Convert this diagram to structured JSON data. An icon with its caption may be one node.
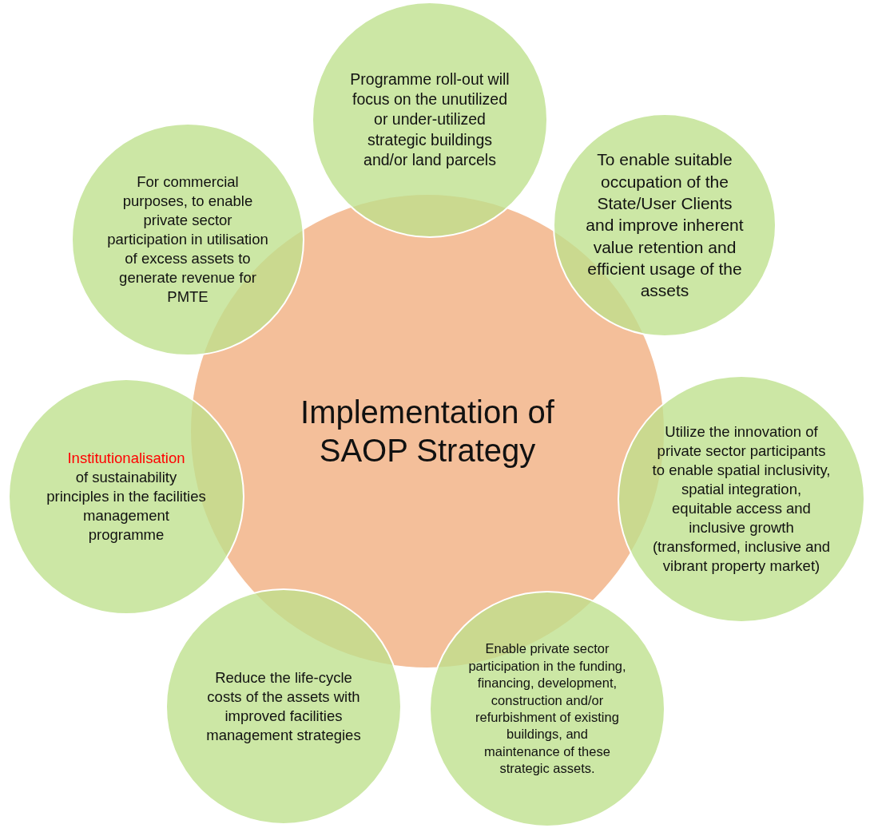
{
  "diagram": {
    "nodes": [
      {
        "text": [
          "Implementation of SAOP Strategy"
        ]
      },
      {
        "text": [
          "Programme roll-out will focus on the unutilized or under-utilized strategic buildings and/or land parcels"
        ]
      },
      {
        "text": [
          "To enable suitable occupation of the State/User Clients and improve inherent value retention and efficient usage of the assets"
        ]
      },
      {
        "text": [
          "Utilize the innovation of private sector participants to enable spatial inclusivity, spatial integration, equitable access and inclusive growth (transformed, inclusive and vibrant property market)"
        ]
      },
      {
        "text": [
          "Enable private sector participation in the funding, financing, development, construction and/or refurbishment of existing buildings, and maintenance of these strategic assets."
        ]
      },
      {
        "text": [
          "Reduce the life-cycle costs of the assets with improved facilities management strategies"
        ]
      },
      {
        "text": [
          "Institutionalisation",
          "of sustainability principles in the facilities management programme"
        ]
      },
      {
        "text": [
          "For commercial purposes, to enable private sector participation in utilisation of excess assets to generate revenue for PMTE"
        ]
      }
    ]
  }
}
